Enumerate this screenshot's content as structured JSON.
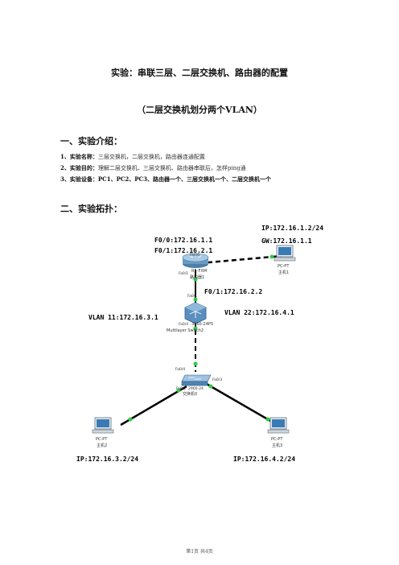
{
  "title": "实验：串联三层、二层交换机、路由器的配置",
  "subtitle": "（二层交换机划分两个VLAN）",
  "section1": {
    "heading": "一、实验介绍：",
    "items": [
      {
        "label": "1、实验名称：",
        "text": "三层交换机，二层交换机，路由器连通配置"
      },
      {
        "label": "2、实验目的：",
        "text": "理解二层交换机、三层交换机、路由器串联后，怎样ping通"
      },
      {
        "label": "3、实验设备：",
        "text": "PC1、PC2、PC3、路由器一个、三层交换机一个、二层交换机一个"
      }
    ]
  },
  "section2": {
    "heading": "二、实验拓扑："
  },
  "topology": {
    "router": {
      "label1": "R1-FXM",
      "label2": "路由器1",
      "port_top": "Fa0/0",
      "port_bottom": "Fa0/1",
      "ip1": "F0/0:172.16.1.1",
      "ip2": "F0/1:172.16.2.1"
    },
    "pc1": {
      "label1": "PC-PT",
      "label2": "主机1",
      "ip": "IP:172.16.1.2/24",
      "gw": "GW:172.16.1.1"
    },
    "l3switch": {
      "label1": "3560-24PS",
      "label2": "Multilayer Switch2",
      "port_top": "Fa0/1",
      "port_bottom": "Fa0/4",
      "ip": "F0/1:172.16.2.2",
      "vlan11": "VLAN 11:172.16.3.1",
      "vlan22": "VLAN 22:172.16.4.1"
    },
    "l2switch": {
      "label1": "2960-24",
      "label2": "交换机0",
      "port_top": "Fa0/4",
      "port_left": "Fa0/2",
      "port_right": "Fa0/3"
    },
    "pc2": {
      "label1": "PC-PT",
      "label2": "主机2",
      "ip": "IP:172.16.3.2/24"
    },
    "pc3": {
      "label1": "PC-PT",
      "label2": "主机3",
      "ip": "IP:172.16.4.2/24"
    }
  },
  "footer": "第1页 共4页"
}
